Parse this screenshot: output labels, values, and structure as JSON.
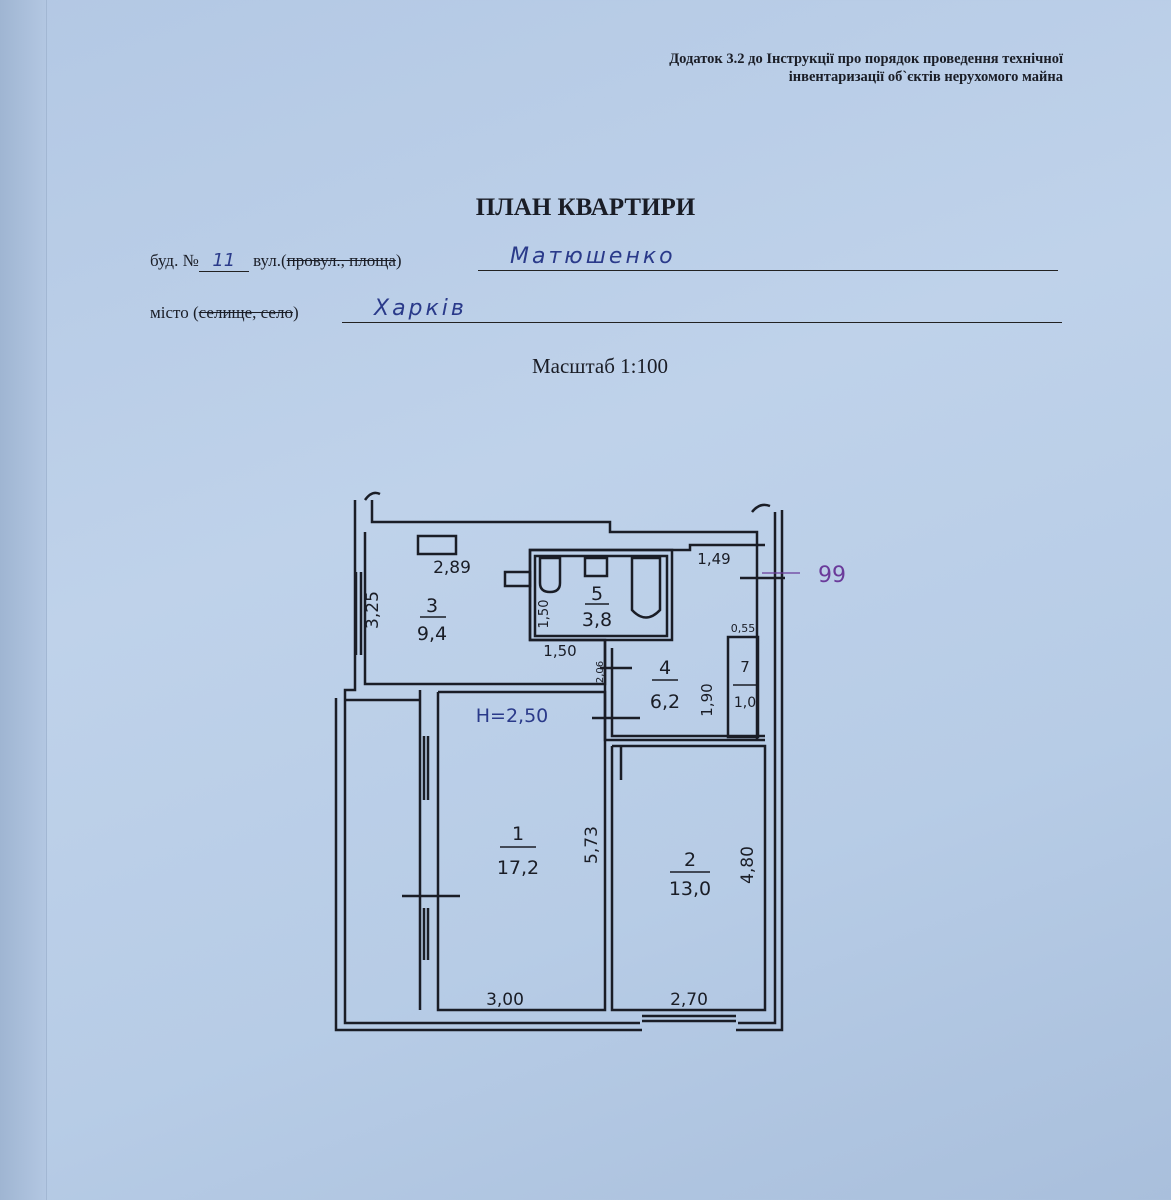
{
  "header": {
    "line1": "Додаток 3.2 до Інструкції про порядок проведення технічної",
    "line2": "інвентаризації об`єктів нерухомого майна"
  },
  "title": "ПЛАН КВАРТИРИ",
  "address": {
    "building_label": "буд. №",
    "building_number": "11",
    "street_label": "вул.(",
    "street_struck": "провул., площа",
    "street_close": ")",
    "street_value": "Матюшенко",
    "city_label": "місто (",
    "city_struck": "селище, село",
    "city_close": ")",
    "city_value": "Харків"
  },
  "scale": "Масштаб 1:100",
  "plan": {
    "height_note": "H=2,50",
    "side_note": "99",
    "rooms": [
      {
        "number": "1",
        "area": "17,2"
      },
      {
        "number": "2",
        "area": "13,0"
      },
      {
        "number": "3",
        "area": "9,4"
      },
      {
        "number": "4",
        "area": "6,2"
      },
      {
        "number": "5",
        "area": "3,8"
      },
      {
        "number": "7",
        "area": "1,0"
      }
    ],
    "dimensions": {
      "d_289": "2,89",
      "d_325": "3,25",
      "d_150a": "1,50",
      "d_150b": "1,50",
      "d_149": "1,49",
      "d_055": "0,55",
      "d_206": "2,06",
      "d_190": "1,90",
      "d_573": "5,73",
      "d_480": "4,80",
      "d_300": "3,00",
      "d_270": "2,70"
    }
  },
  "colors": {
    "paper": "#bfd2ea",
    "ink": "#1a1d26",
    "pen": "#2a3a8a",
    "note": "#6a3a9a"
  }
}
